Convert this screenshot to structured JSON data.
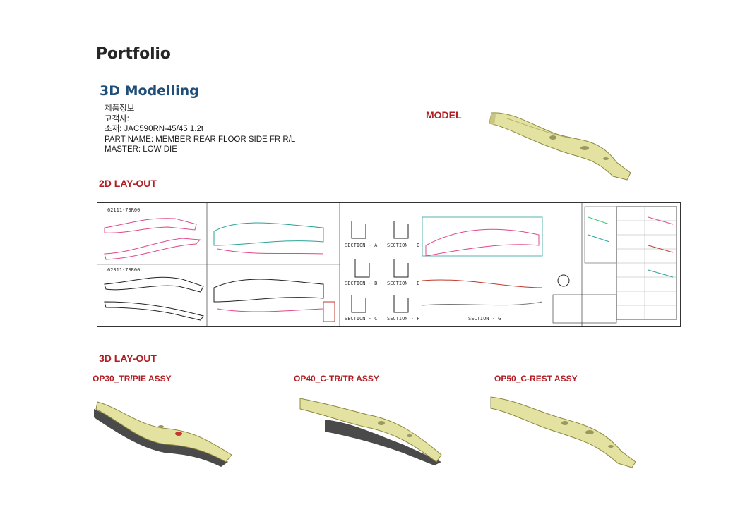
{
  "header": {
    "title": "Portfolio",
    "section": "3D Modelling"
  },
  "product_info": {
    "lines": [
      "제품정보",
      "고객사:",
      "소재: JAC590RN-45/45 1.2t",
      "PART  NAME: MEMBER REAR FLOOR SIDE FR R/L",
      "MASTER: LOW DIE"
    ]
  },
  "labels": {
    "model": "MODEL",
    "layout_2d": "2D LAY-OUT",
    "layout_3d": "3D LAY-OUT"
  },
  "operations": [
    {
      "label": "OP30_TR/PIE  ASSY"
    },
    {
      "label": "OP40_C-TR/TR  ASSY"
    },
    {
      "label": "OP50_C-REST  ASSY"
    }
  ],
  "drawing": {
    "part_numbers": [
      "62111-73R00",
      "62311-73R00"
    ],
    "section_labels": [
      "SECTION - A",
      "SECTION - B",
      "SECTION - C",
      "SECTION - D",
      "SECTION - E",
      "SECTION - F",
      "SECTION - G"
    ]
  },
  "colors": {
    "title": "#262626",
    "section": "#1f4e79",
    "accent_red": "#b01e23",
    "part_fill": "#e4e2a0",
    "part_shadow": "#4a4a4a"
  }
}
